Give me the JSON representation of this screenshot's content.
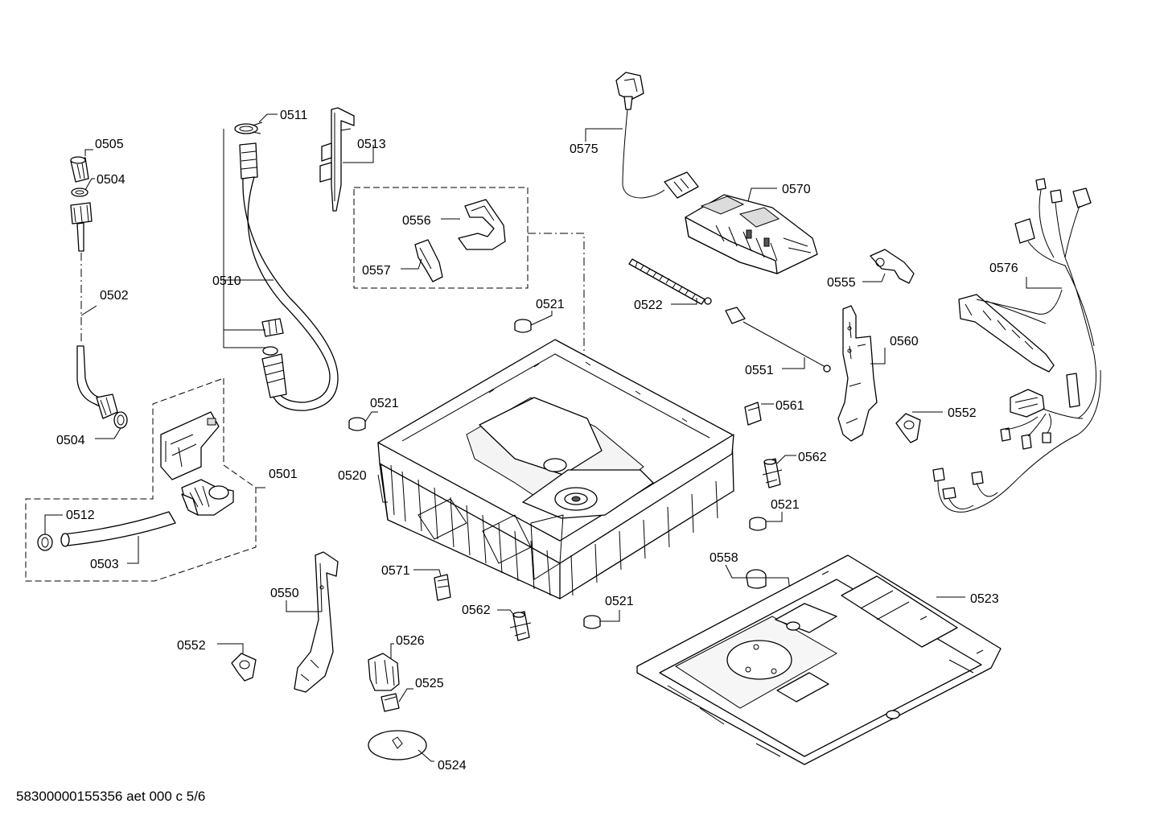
{
  "footer": "58300000155356 aet 000 c 5/6",
  "callouts": [
    {
      "id": "c0505",
      "text": "0505"
    },
    {
      "id": "c0504a",
      "text": "0504"
    },
    {
      "id": "c0502",
      "text": "0502"
    },
    {
      "id": "c0504b",
      "text": "0504"
    },
    {
      "id": "c0511",
      "text": "0511"
    },
    {
      "id": "c0513",
      "text": "0513"
    },
    {
      "id": "c0510",
      "text": "0510"
    },
    {
      "id": "c0556",
      "text": "0556"
    },
    {
      "id": "c0557",
      "text": "0557"
    },
    {
      "id": "c0575",
      "text": "0575"
    },
    {
      "id": "c0570",
      "text": "0570"
    },
    {
      "id": "c0576",
      "text": "0576"
    },
    {
      "id": "c0555",
      "text": "0555"
    },
    {
      "id": "c0522",
      "text": "0522"
    },
    {
      "id": "c0521a",
      "text": "0521"
    },
    {
      "id": "c0521b",
      "text": "0521"
    },
    {
      "id": "c0560",
      "text": "0560"
    },
    {
      "id": "c0551",
      "text": "0551"
    },
    {
      "id": "c0561",
      "text": "0561"
    },
    {
      "id": "c0552a",
      "text": "0552"
    },
    {
      "id": "c0562a",
      "text": "0562"
    },
    {
      "id": "c0501",
      "text": "0501"
    },
    {
      "id": "c0520",
      "text": "0520"
    },
    {
      "id": "c0512",
      "text": "0512"
    },
    {
      "id": "c0503",
      "text": "0503"
    },
    {
      "id": "c0521c",
      "text": "0521"
    },
    {
      "id": "c0558",
      "text": "0558"
    },
    {
      "id": "c0571",
      "text": "0571"
    },
    {
      "id": "c0550",
      "text": "0550"
    },
    {
      "id": "c0523",
      "text": "0523"
    },
    {
      "id": "c0562b",
      "text": "0562"
    },
    {
      "id": "c0521d",
      "text": "0521"
    },
    {
      "id": "c0552b",
      "text": "0552"
    },
    {
      "id": "c0526",
      "text": "0526"
    },
    {
      "id": "c0525",
      "text": "0525"
    },
    {
      "id": "c0524",
      "text": "0524"
    }
  ]
}
